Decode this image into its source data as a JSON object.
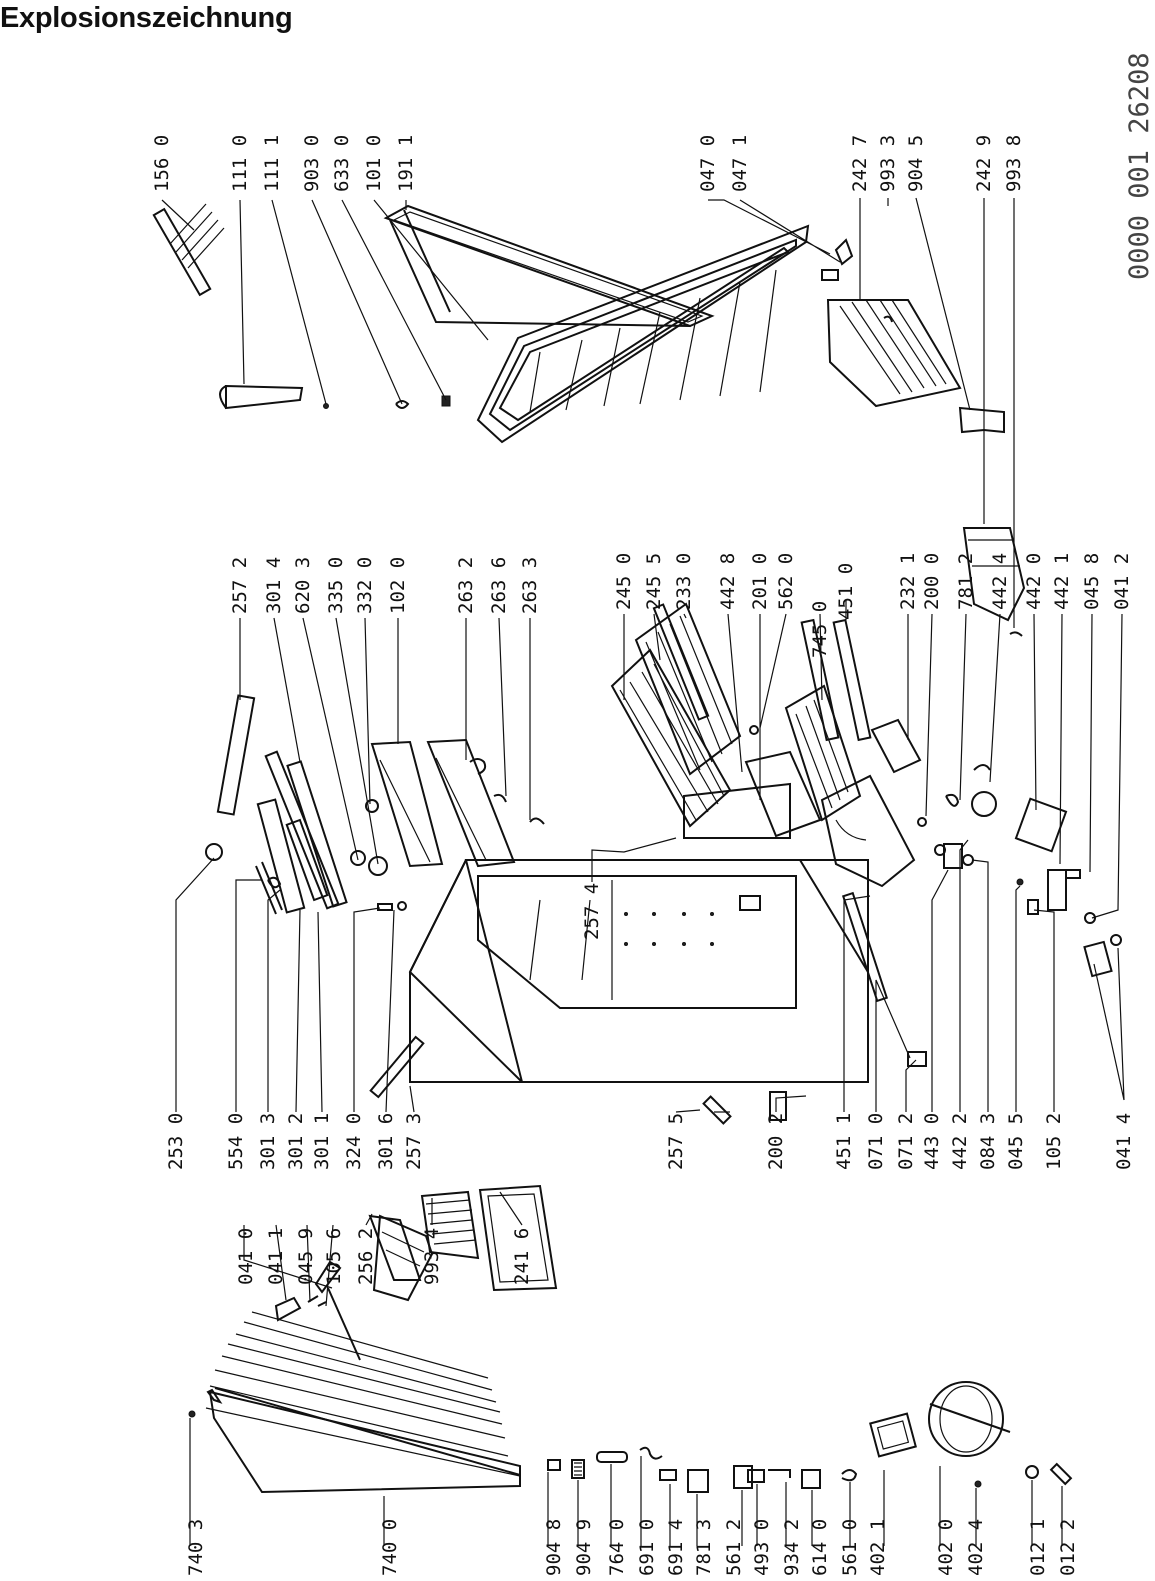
{
  "title": "Explosionszeichnung",
  "document_number": "0000 001 26208",
  "labels": {
    "c1_1": "740 3",
    "c1_2": "740 0",
    "c1_3": "904 8",
    "c1_4": "904 9",
    "c1_5": "764 0",
    "c1_6": "691 0",
    "c1_7": "691 4",
    "c1_8": "781 3",
    "c1_9": "561 2",
    "c1_10": "493 0",
    "c1_11": "934 2",
    "c1_12": "614 0",
    "c1_13": "561 0",
    "c1_14": "402 1",
    "c1_15": "402 0",
    "c1_16": "402 4",
    "c1_17": "012 1",
    "c1_18": "012 2",
    "c2_1": "041 0",
    "c2_2": "041 1",
    "c2_3": "045 9",
    "c2_4": "105 6",
    "c2_5": "256 2",
    "c2_6": "993 4",
    "c2_7": "241 6",
    "c3_1": "253 0",
    "c3_2": "554 0",
    "c3_3": "301 3",
    "c3_4": "301 2",
    "c3_5": "301 1",
    "c3_6": "324 0",
    "c3_7": "301 6",
    "c3_8": "257 3",
    "c4_1": "257 2",
    "c4_2": "301 4",
    "c4_3": "620 3",
    "c4_4": "335 0",
    "c4_5": "332 0",
    "c4_6": "102 0",
    "c4_7": "263 2",
    "c4_8": "263 6",
    "c4_9": "263 3",
    "c5_1": "257 4",
    "c5_2": "257 5",
    "c5_3": "200 2",
    "c5_4": "451 1",
    "c5_5": "071 0",
    "c5_6": "071 2",
    "c5_7": "443 0",
    "c5_8": "442 2",
    "c5_9": "084 3",
    "c5_10": "045 5",
    "c5_11": "105 2",
    "c5_12": "041 4",
    "c6_1": "245 0",
    "c6_2": "245 5",
    "c6_3": "233 0",
    "c6_4": "442 8",
    "c6_5": "201 0",
    "c6_6": "562 0",
    "c6_7": "745 0",
    "c6_8": "451 0",
    "c6_9": "232 1",
    "c6_10": "200 0",
    "c6_11": "781 2",
    "c6_12": "442 4",
    "c6_13": "442 0",
    "c6_14": "442 1",
    "c6_15": "045 8",
    "c6_16": "041 2",
    "c7_1": "156 0",
    "c7_2": "111 0",
    "c7_3": "111 1",
    "c7_4": "903 0",
    "c7_5": "633 0",
    "c7_6": "101 0",
    "c7_7": "191 1",
    "c7_8": "047 0",
    "c7_9": "047 1",
    "c7_10": "242 7",
    "c7_11": "993 3",
    "c7_12": "904 5",
    "c7_13": "242 9",
    "c7_14": "993 8"
  }
}
